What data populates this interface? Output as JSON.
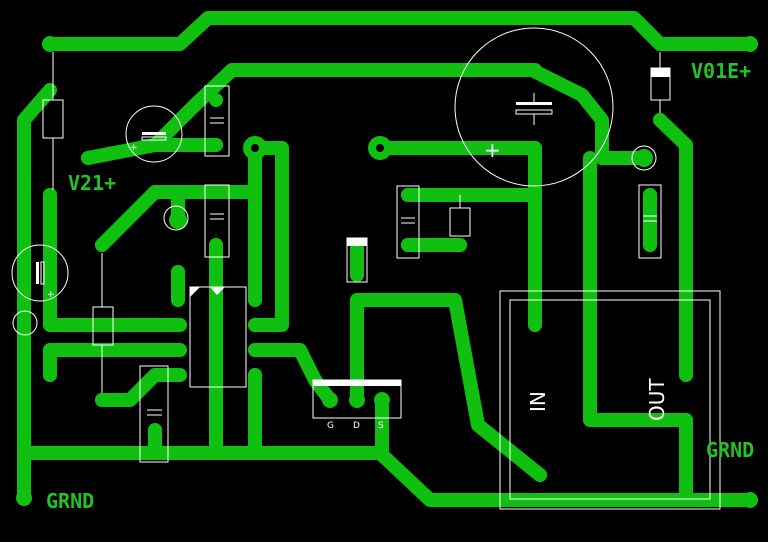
{
  "labels": {
    "v310": "V01E+",
    "v12": "V21+",
    "grnd_left": "GRND",
    "grnd_right": "GRND",
    "regulator_in": "IN",
    "regulator_out": "OUT",
    "mosfet_g": "G",
    "mosfet_d": "D",
    "mosfet_s": "S",
    "plus_big_cap": "+",
    "plus_small_cap": "+",
    "plus_left_cap": "+"
  },
  "colors": {
    "copper": "#10c010",
    "silkscreen": "#ffffff",
    "background": "#000000"
  }
}
